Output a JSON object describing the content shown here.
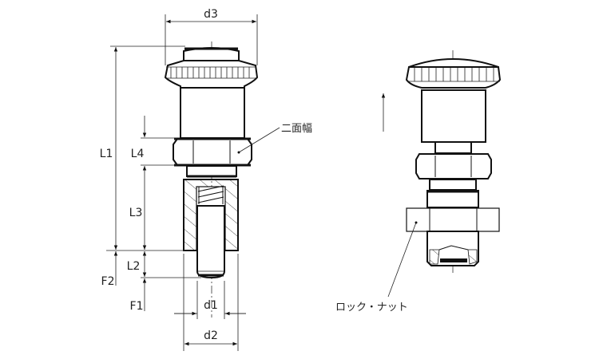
{
  "dimensions": {
    "d3": "d3",
    "d1": "d1",
    "d2": "d2",
    "L1": "L1",
    "L2": "L2",
    "L3": "L3",
    "L4": "L4",
    "F1": "F1",
    "F2": "F2"
  },
  "callouts": {
    "width_across_flats": "二面幅",
    "lock_nut": "ロック・ナット"
  },
  "colors": {
    "line": "#111111",
    "background": "#ffffff"
  }
}
